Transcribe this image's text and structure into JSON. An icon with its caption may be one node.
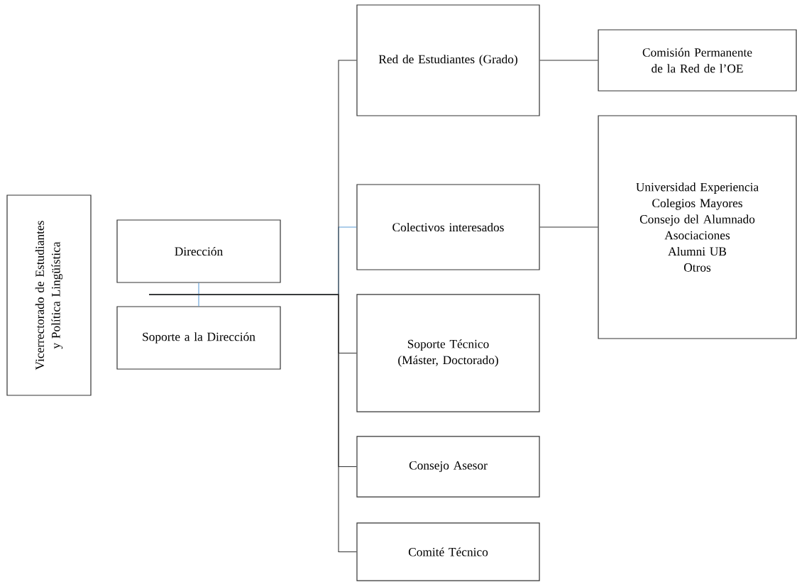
{
  "diagram": {
    "nodes": [
      {
        "text": [
          "Vicerrectorado de Estudiantes y Política Lingüística"
        ]
      },
      {
        "text": [
          "Dirección"
        ]
      },
      {
        "text": [
          "Soporte a la Dirección"
        ]
      },
      {
        "text": [
          "Red de Estudiantes (Grado)"
        ]
      },
      {
        "text": [
          "Colectivos interesados"
        ]
      },
      {
        "text": [
          "Soporte Técnico (Máster, Doctorado)"
        ]
      },
      {
        "text": [
          "Consejo Asesor"
        ]
      },
      {
        "text": [
          "Comité Técnico"
        ]
      },
      {
        "text": [
          "Comisión Permanente de la Red de l’OE"
        ]
      },
      {
        "text": [
          "Universidad Experiencia",
          "Colegios Mayores",
          "Consejo del Alumnado",
          "Asociaciones",
          "Alumni UB",
          "Otros"
        ]
      }
    ],
    "edges": [
      {
        "from": 1,
        "to": 2,
        "arrow": "none",
        "color": "#5b9bd5"
      },
      {
        "from": 1,
        "to": 4,
        "arrow": "none",
        "color": "#5b9bd5"
      },
      {
        "from": 1,
        "to": 3,
        "arrow": "none"
      },
      {
        "from": 1,
        "to": 5,
        "arrow": "none"
      },
      {
        "from": 1,
        "to": 6,
        "arrow": "none"
      },
      {
        "from": 1,
        "to": 7,
        "arrow": "none"
      },
      {
        "from": 3,
        "to": 8,
        "arrow": "none"
      },
      {
        "from": 4,
        "to": 9,
        "arrow": "none"
      }
    ]
  }
}
